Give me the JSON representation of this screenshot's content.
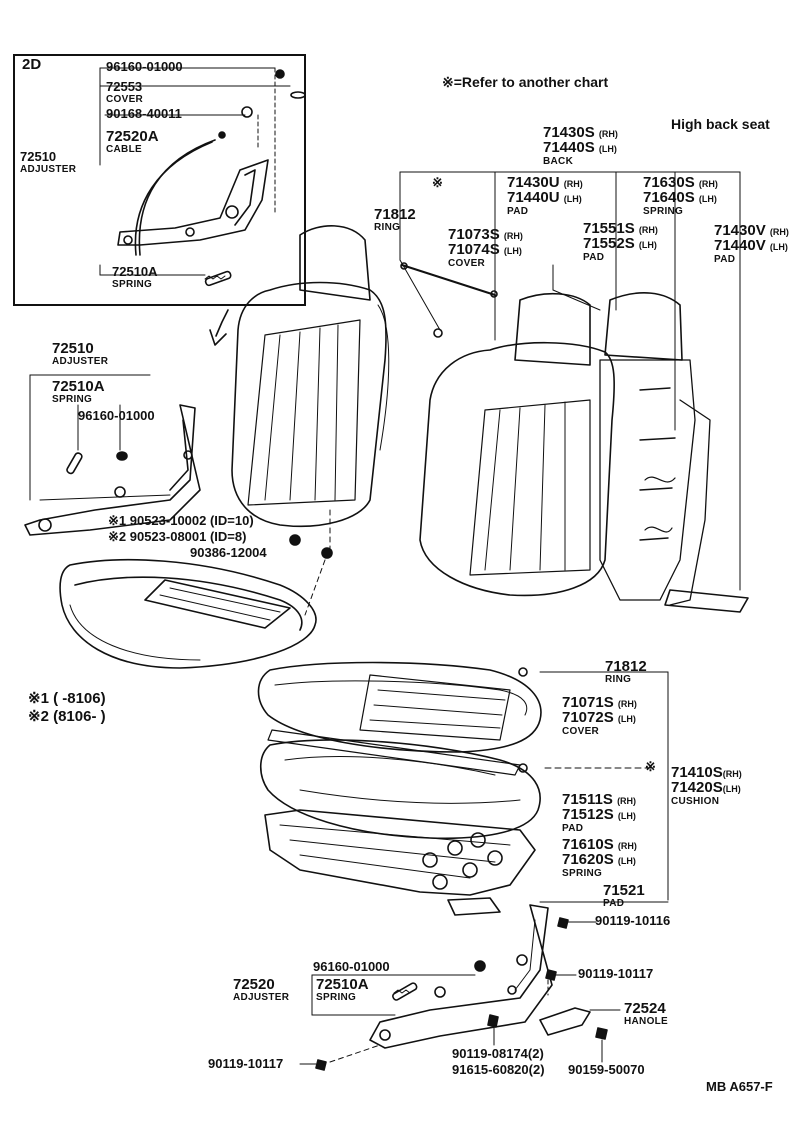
{
  "note": "※=Refer to another chart",
  "seat_type": "High back seat",
  "footer_code": "MB A657-F",
  "inset": {
    "tag": "2D",
    "labels": {
      "p96160": "96160-01000",
      "p72553": "72553",
      "cover": "COVER",
      "p90168": "90168-40011",
      "p72520A": "72520A",
      "cable": "CABLE",
      "p72510": "72510",
      "adjuster": "ADJUSTER",
      "p72510A": "72510A",
      "spring": "SPRING"
    }
  },
  "left": {
    "p72510": "72510",
    "adjuster": "ADJUSTER",
    "p72510A": "72510A",
    "spring": "SPRING",
    "p96160": "96160-01000",
    "r1": "※1 90523-10002 (ID=10)",
    "r2": "※2 90523-08001 (ID=8)",
    "p90386": "90386-12004",
    "legend1": "※1 (      -8106)",
    "legend2": "※2 (8106-      )"
  },
  "back": {
    "p71430S": "71430S",
    "p71440S": "71440S",
    "rh": "(RH)",
    "lh": "(LH)",
    "back": "BACK",
    "p71812": "71812",
    "ring": "RING",
    "star": "※",
    "p71073S": "71073S",
    "p71074S": "71074S",
    "cover": "COVER",
    "p71430U": "71430U",
    "p71440U": "71440U",
    "pad": "PAD",
    "p71630S": "71630S",
    "p71640S": "71640S",
    "spring": "SPRING",
    "p71551S": "71551S",
    "p71552S": "71552S",
    "pad2": "PAD",
    "p71430V": "71430V",
    "p71440V": "71440V",
    "pad3": "PAD"
  },
  "cushion": {
    "p71812": "71812",
    "ring": "RING",
    "p71071S": "71071S",
    "p71072S": "71072S",
    "cover": "COVER",
    "p71410S": "71410S",
    "p71420S": "71420S",
    "cushion": "CUSHION",
    "p71511S": "71511S",
    "p71512S": "71512S",
    "pad": "PAD",
    "p71610S": "71610S",
    "p71620S": "71620S",
    "spring": "SPRING",
    "p71521": "71521",
    "pad2": "PAD",
    "rh": "(RH)",
    "lh": "(LH)",
    "star": "※"
  },
  "bottom": {
    "p90119_10116": "90119-10116",
    "p96160": "96160-01000",
    "p72520": "72520",
    "adjuster": "ADJUSTER",
    "p72510A": "72510A",
    "spring": "SPRING",
    "p90119_10117a": "90119-10117",
    "p72524": "72524",
    "handle": "HANOLE",
    "p90119_10117b": "90119-10117",
    "p90119_08174": "90119-08174(2)",
    "p91615": "91615-60820(2)",
    "p90159": "90159-50070"
  }
}
